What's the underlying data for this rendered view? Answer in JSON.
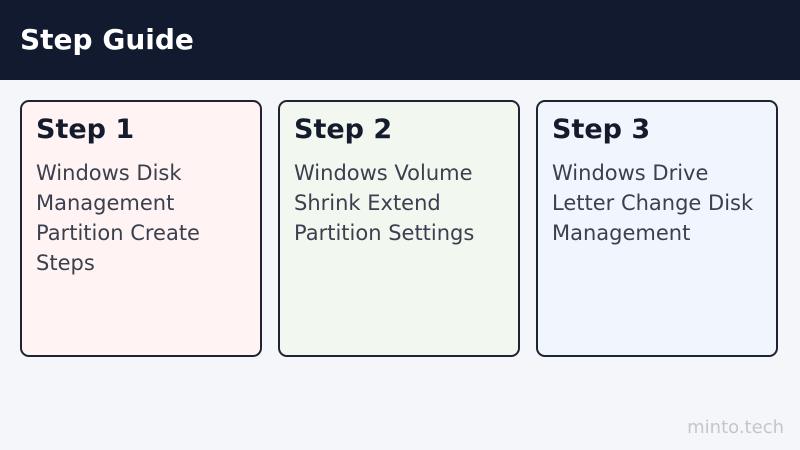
{
  "header": {
    "title": "Step Guide"
  },
  "steps": [
    {
      "title": "Step 1",
      "body": "Windows Disk Management Partition Create Steps",
      "background": "#fff3f3"
    },
    {
      "title": "Step 2",
      "body": "Windows Volume Shrink Extend Partition Settings",
      "background": "#f2f8f0"
    },
    {
      "title": "Step 3",
      "body": "Windows Drive Letter Change Disk Management",
      "background": "#f1f5fd"
    }
  ],
  "colors": {
    "header_background": "#111a2e",
    "page_background": "#f5f6f9",
    "card_border": "#1f2433"
  },
  "watermark": "minto.tech"
}
